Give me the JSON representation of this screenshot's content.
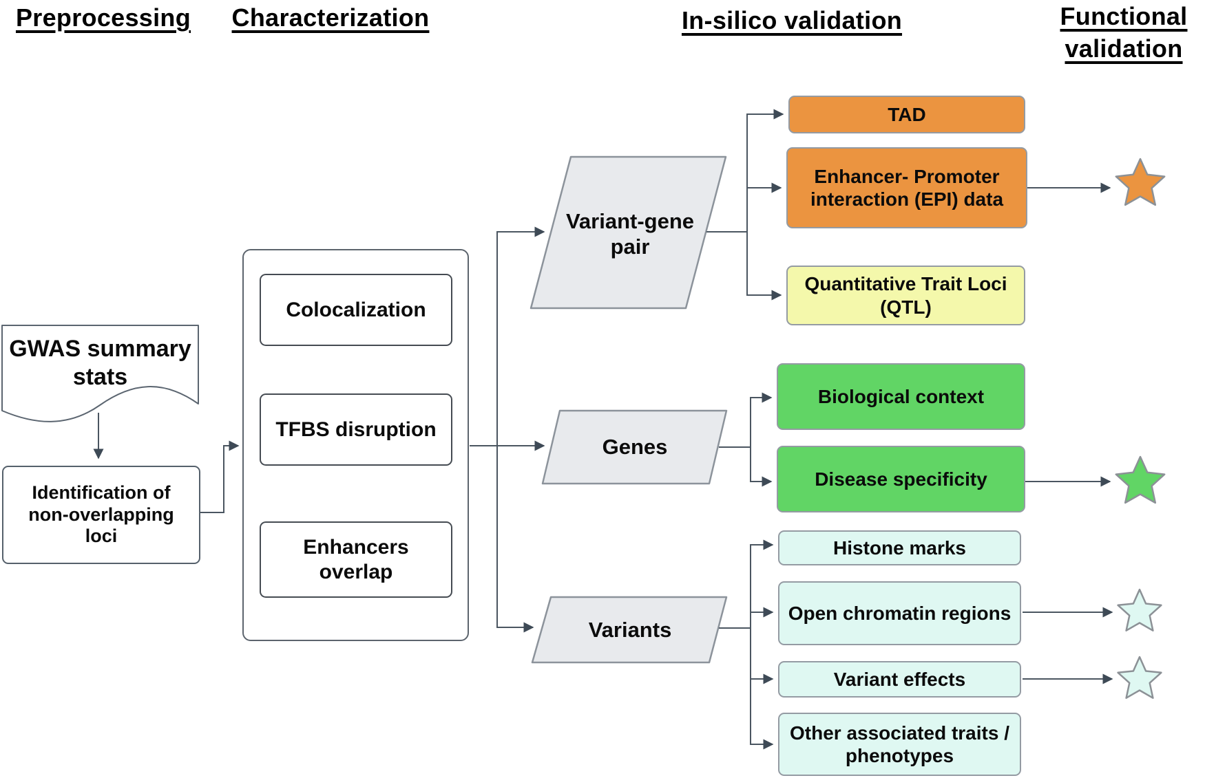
{
  "headers": {
    "preprocessing": "Preprocessing",
    "characterization": "Characterization",
    "insilico": "In-silico validation",
    "functional": "Functional validation"
  },
  "preprocessing": {
    "gwas_doc": "GWAS summary stats",
    "identify_box": "Identification of non-overlapping loci"
  },
  "characterization": {
    "colocalization": "Colocalization",
    "tfbs": "TFBS disruption",
    "enhancers": "Enhancers overlap"
  },
  "branches": {
    "variant_gene_pair": "Variant-gene pair",
    "genes": "Genes",
    "variants": "Variants"
  },
  "insilico": {
    "tad": "TAD",
    "epi": "Enhancer- Promoter interaction (EPI) data",
    "qtl": "Quantitative Trait Loci (QTL)",
    "bio_context": "Biological context",
    "disease_specificity": "Disease specificity",
    "histone_marks": "Histone marks",
    "open_chromatin": "Open chromatin regions",
    "variant_effects": "Variant effects",
    "other_traits": "Other associated traits / phenotypes"
  },
  "colors": {
    "orange": "#EB9440",
    "yellow": "#F4F8AB",
    "green": "#61D565",
    "cyan": "#DFF8F2",
    "shape_gray": "#E8EAED",
    "line": "#4A5560"
  }
}
